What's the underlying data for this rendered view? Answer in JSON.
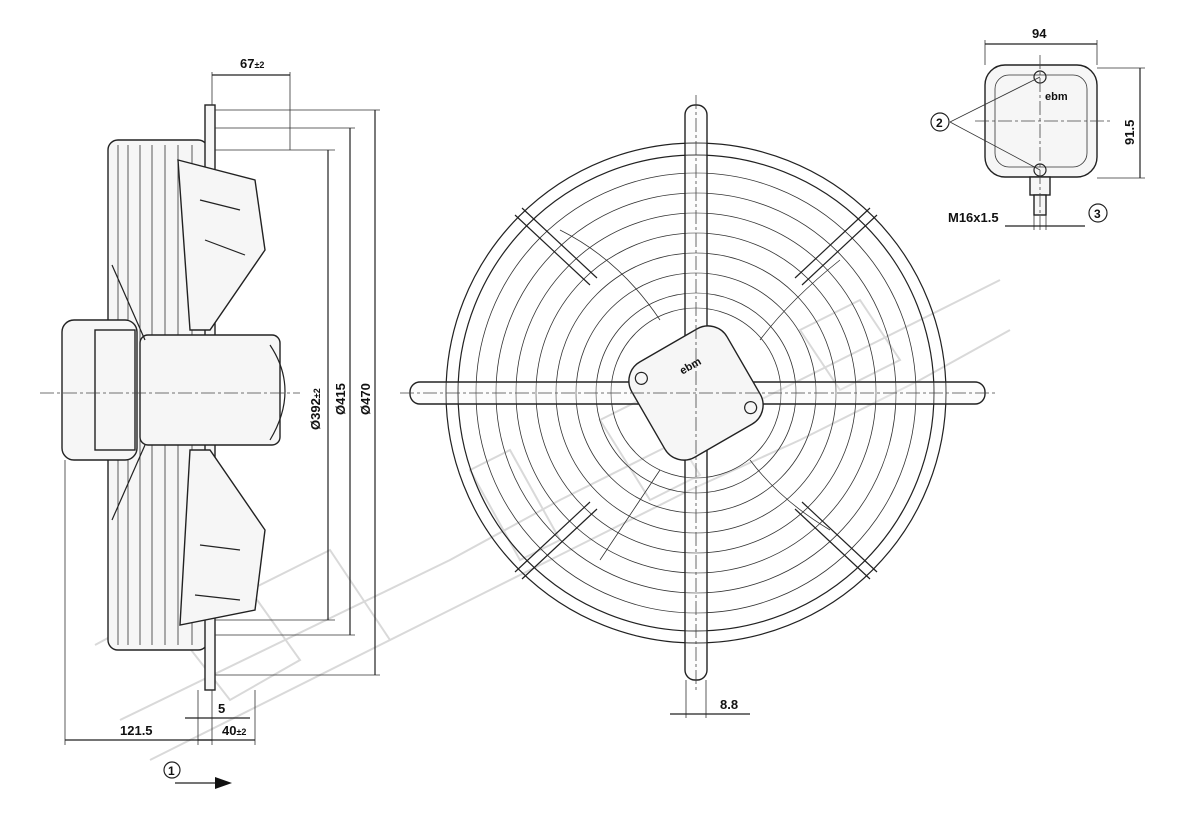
{
  "drawing": {
    "dimensions": {
      "overhang": "67",
      "overhang_tol": "±2",
      "dia_blade": "Ø392",
      "dia_blade_tol": "±2",
      "dia_guard_inner": "Ø415",
      "dia_guard_outer": "Ø470",
      "depth_total": "121.5",
      "flange": "5",
      "offset": "40",
      "offset_tol": "±2",
      "hole": "8.8",
      "box_width": "94",
      "box_height": "91.5",
      "gland": "M16x1.5"
    },
    "callouts": {
      "c1": "1",
      "c2": "2",
      "c3": "3"
    },
    "labels": {
      "brand_box": "ebm",
      "brand_hub": "ebm"
    },
    "colors": {
      "line": "#222222",
      "watermark": "#d9d9d9"
    }
  }
}
